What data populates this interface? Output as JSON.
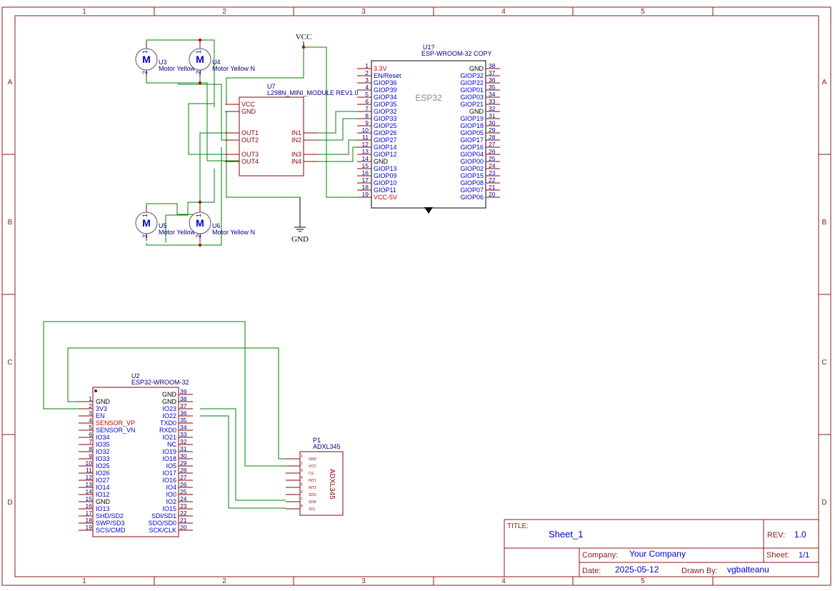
{
  "sheet": {
    "col_labels": [
      "1",
      "2",
      "3",
      "4",
      "5"
    ],
    "row_labels": [
      "A",
      "B",
      "C",
      "D"
    ]
  },
  "power": {
    "vcc": "VCC",
    "gnd": "GND"
  },
  "motors": [
    {
      "ref": "U3",
      "value": "Motor Yellow N",
      "glyph": "M",
      "pin1": "1",
      "pin2": "2"
    },
    {
      "ref": "U4",
      "value": "Motor Yellow N",
      "glyph": "M",
      "pin1": "1",
      "pin2": "2"
    },
    {
      "ref": "U5",
      "value": "Motor Yellow N",
      "glyph": "M",
      "pin1": "1",
      "pin2": "2"
    },
    {
      "ref": "U6",
      "value": "Motor Yellow N",
      "glyph": "M",
      "pin1": "1",
      "pin2": "2"
    }
  ],
  "driver": {
    "ref": "U7",
    "value": "L298N_MINI_MODULE REV1.0",
    "left_pins": [
      "VCC",
      "GND",
      "OUT1",
      "OUT2",
      "OUT3",
      "OUT4"
    ],
    "right_pins": [
      "IN1",
      "IN2",
      "IN3",
      "IN4"
    ]
  },
  "esp_u1": {
    "ref": "U1?",
    "value": "ESP-WROOM-32 COPY",
    "body_label": "ESP32",
    "left_pins": [
      {
        "num": "1",
        "name": "3.3V"
      },
      {
        "num": "2",
        "name": "EN/Reset"
      },
      {
        "num": "3",
        "name": "GIOP36"
      },
      {
        "num": "4",
        "name": "GIOP39"
      },
      {
        "num": "5",
        "name": "GIOP34"
      },
      {
        "num": "6",
        "name": "GIOP35"
      },
      {
        "num": "7",
        "name": "GIOP32"
      },
      {
        "num": "8",
        "name": "GIOP33"
      },
      {
        "num": "9",
        "name": "GIOP25"
      },
      {
        "num": "10",
        "name": "GIOP26"
      },
      {
        "num": "11",
        "name": "GIOP27"
      },
      {
        "num": "12",
        "name": "GIOP14"
      },
      {
        "num": "13",
        "name": "GIOP12"
      },
      {
        "num": "14",
        "name": "GND"
      },
      {
        "num": "15",
        "name": "GIOP13"
      },
      {
        "num": "16",
        "name": "GIOP09"
      },
      {
        "num": "17",
        "name": "GIOP10"
      },
      {
        "num": "18",
        "name": "GIOP11"
      },
      {
        "num": "19",
        "name": "VCC-5V"
      }
    ],
    "right_pins": [
      {
        "num": "38",
        "name": "GND"
      },
      {
        "num": "37",
        "name": "GIOP32"
      },
      {
        "num": "36",
        "name": "GIOP22"
      },
      {
        "num": "35",
        "name": "GIOP01"
      },
      {
        "num": "34",
        "name": "GIOP03"
      },
      {
        "num": "33",
        "name": "GIOP21"
      },
      {
        "num": "32",
        "name": "GND"
      },
      {
        "num": "31",
        "name": "GIOP19"
      },
      {
        "num": "30",
        "name": "GIOP18"
      },
      {
        "num": "29",
        "name": "GIOP05"
      },
      {
        "num": "28",
        "name": "GIOP17"
      },
      {
        "num": "27",
        "name": "GIOP16"
      },
      {
        "num": "26",
        "name": "GIOP04"
      },
      {
        "num": "25",
        "name": "GIOP00"
      },
      {
        "num": "24",
        "name": "GIOP02"
      },
      {
        "num": "23",
        "name": "GIOP15"
      },
      {
        "num": "22",
        "name": "GIOP08"
      },
      {
        "num": "21",
        "name": "GIOP07"
      },
      {
        "num": "20",
        "name": "GIOP06"
      }
    ]
  },
  "esp_u2": {
    "ref": "U2",
    "value": "ESP32-WROOM-32",
    "left_pins": [
      {
        "num": "1",
        "name": "GND"
      },
      {
        "num": "2",
        "name": "3V3"
      },
      {
        "num": "3",
        "name": "EN"
      },
      {
        "num": "4",
        "name": "SENSOR_VP"
      },
      {
        "num": "5",
        "name": "SENSOR_VN"
      },
      {
        "num": "6",
        "name": "IO34"
      },
      {
        "num": "7",
        "name": "IO35"
      },
      {
        "num": "8",
        "name": "IO32"
      },
      {
        "num": "9",
        "name": "IO33"
      },
      {
        "num": "10",
        "name": "IO25"
      },
      {
        "num": "11",
        "name": "IO26"
      },
      {
        "num": "12",
        "name": "IO27"
      },
      {
        "num": "13",
        "name": "IO14"
      },
      {
        "num": "14",
        "name": "IO12"
      },
      {
        "num": "15",
        "name": "GND"
      },
      {
        "num": "16",
        "name": "IO13"
      },
      {
        "num": "17",
        "name": "SHD/SD2"
      },
      {
        "num": "18",
        "name": "SWP/SD3"
      },
      {
        "num": "19",
        "name": "SCS/CMD"
      }
    ],
    "right_pins": [
      {
        "num": "39",
        "name": "GND"
      },
      {
        "num": "38",
        "name": "GND"
      },
      {
        "num": "37",
        "name": "IO23"
      },
      {
        "num": "36",
        "name": "IO22"
      },
      {
        "num": "35",
        "name": "TXD0"
      },
      {
        "num": "34",
        "name": "RXD0"
      },
      {
        "num": "33",
        "name": "IO21"
      },
      {
        "num": "32",
        "name": "NC"
      },
      {
        "num": "31",
        "name": "IO19"
      },
      {
        "num": "30",
        "name": "IO18"
      },
      {
        "num": "29",
        "name": "IO5"
      },
      {
        "num": "28",
        "name": "IO17"
      },
      {
        "num": "27",
        "name": "IO16"
      },
      {
        "num": "26",
        "name": "IO4"
      },
      {
        "num": "25",
        "name": "IO0"
      },
      {
        "num": "24",
        "name": "IO2"
      },
      {
        "num": "23",
        "name": "IO15"
      },
      {
        "num": "22",
        "name": "SDI/SD1"
      },
      {
        "num": "21",
        "name": "SDO/SD0"
      },
      {
        "num": "20",
        "name": "SCK/CLK"
      }
    ]
  },
  "accel": {
    "ref": "P1",
    "value": "ADXL345",
    "body_label": "ADXL345",
    "pins": [
      {
        "num": "1",
        "name": "GND"
      },
      {
        "num": "2",
        "name": "VCC"
      },
      {
        "num": "3",
        "name": "CS"
      },
      {
        "num": "4",
        "name": "INT1"
      },
      {
        "num": "5",
        "name": "INT2"
      },
      {
        "num": "6",
        "name": "SDO"
      },
      {
        "num": "7",
        "name": "SDA"
      },
      {
        "num": "8",
        "name": "SCL"
      }
    ]
  },
  "title_block": {
    "title_label": "TITLE:",
    "title": "Sheet_1",
    "rev_label": "REV:",
    "rev": "1.0",
    "company_label": "Company:",
    "company": "Your Company",
    "sheet_label": "Sheet:",
    "sheet": "1/1",
    "date_label": "Date:",
    "date": "2025-05-12",
    "drawn_label": "Drawn By:",
    "drawn_by": "vgbalteanu"
  },
  "colors": {
    "frame": "#8b1a1a",
    "wire": "#008000",
    "pin_name": "#0000cc",
    "pin_num": "#00008b",
    "power_pin": "#cc0000",
    "body": "#8b0000",
    "junction": "#cc0000"
  }
}
